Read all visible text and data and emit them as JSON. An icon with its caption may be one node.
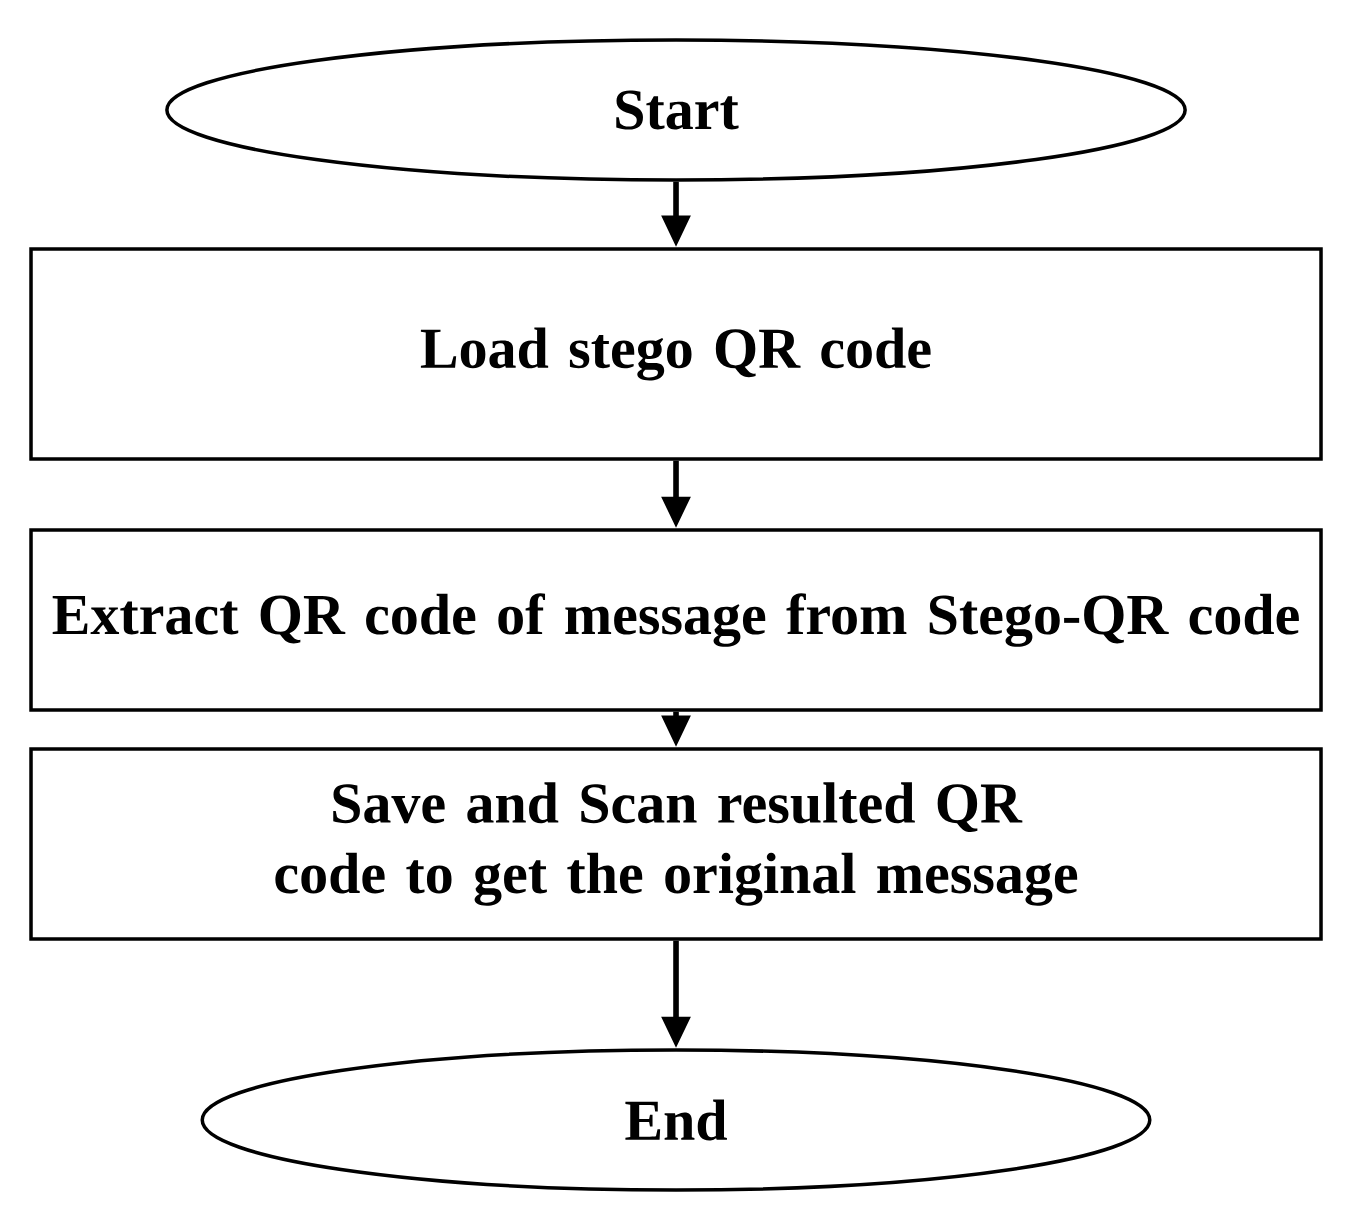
{
  "diagram": {
    "nodes": [
      {
        "text": [
          "Start"
        ]
      },
      {
        "text": [
          "Load stego QR code"
        ]
      },
      {
        "text": [
          "Extract QR code of message from Stego-QR code"
        ]
      },
      {
        "text": [
          "Save and Scan resulted QR code to get the original message"
        ]
      },
      {
        "text": [
          "End"
        ]
      }
    ],
    "edges": [
      {
        "from": 0,
        "to": 1,
        "arrow": "to"
      },
      {
        "from": 1,
        "to": 2,
        "arrow": "to"
      },
      {
        "from": 2,
        "to": 3,
        "arrow": "to"
      },
      {
        "from": 3,
        "to": 4,
        "arrow": "to"
      }
    ]
  }
}
